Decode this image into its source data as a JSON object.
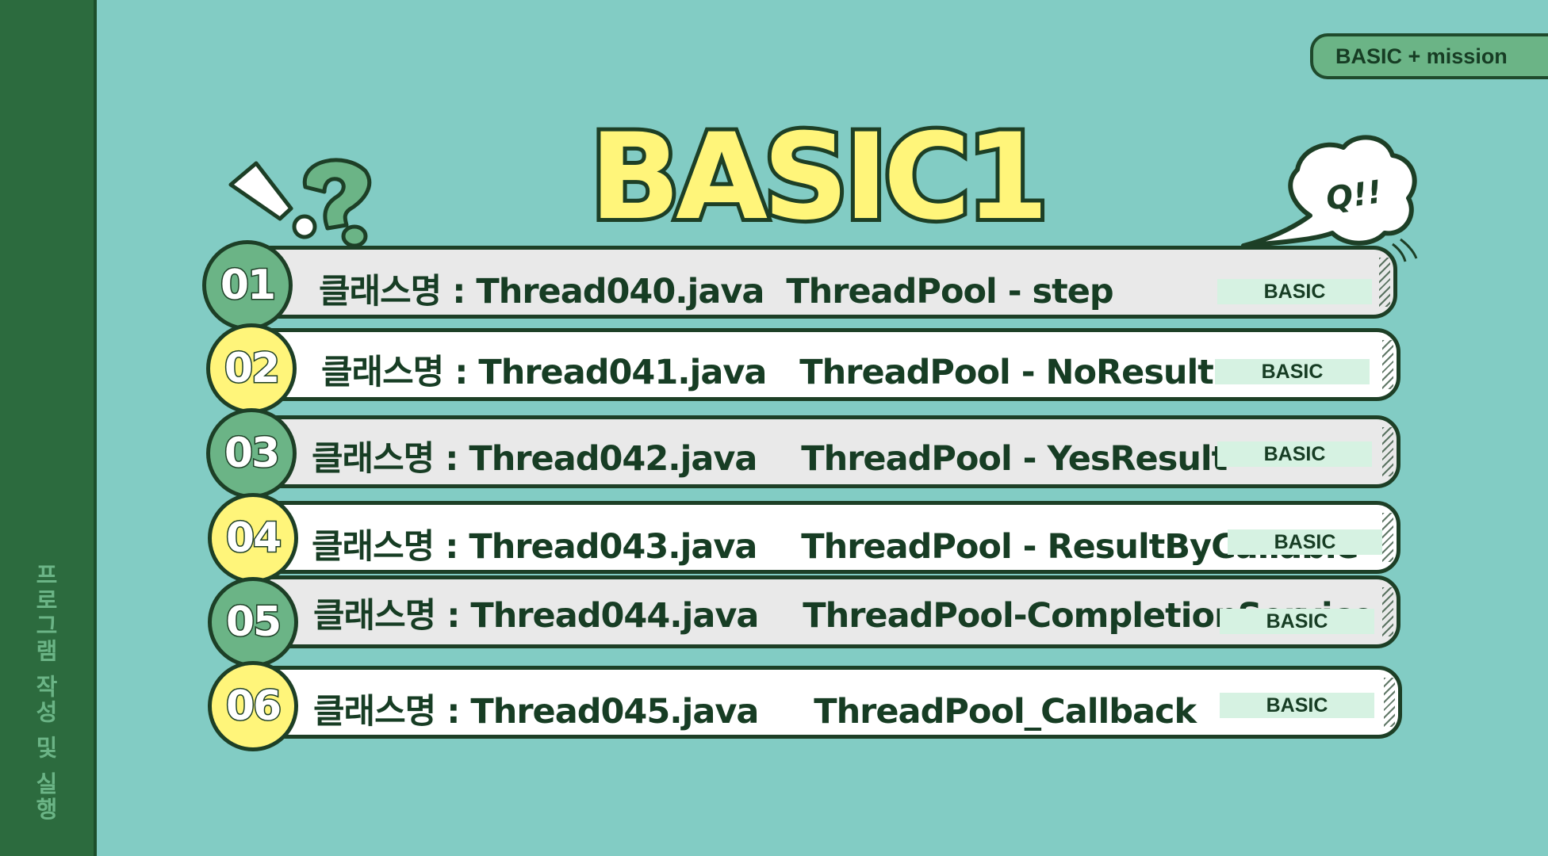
{
  "sidebar": {
    "label": "프로그램 작성 및 실행"
  },
  "corner_tag": "BASIC + mission",
  "title": "BASIC1",
  "bubble": "Q!!",
  "colors": {
    "background": "#82ccc4",
    "sidebar": "#2c6b3e",
    "accent_green": "#6bb486",
    "accent_yellow": "#fff57a",
    "badge": "#d6f2e2",
    "text": "#173d24"
  },
  "items": [
    {
      "num": "01",
      "text": "클래스명 : Thread040.java  ThreadPool - step",
      "badge": "BASIC"
    },
    {
      "num": "02",
      "text": "클래스명 : Thread041.java   ThreadPool - NoResult",
      "badge": "BASIC"
    },
    {
      "num": "03",
      "text": "클래스명 : Thread042.java    ThreadPool - YesResult",
      "badge": "BASIC"
    },
    {
      "num": "04",
      "text": "클래스명 : Thread043.java    ThreadPool - ResultByCallable",
      "badge": "BASIC"
    },
    {
      "num": "05",
      "text": "클래스명 : Thread044.java    ThreadPool-CompletionService",
      "badge": "BASIC"
    },
    {
      "num": "06",
      "text": "클래스명 : Thread045.java     ThreadPool_Callback",
      "badge": "BASIC"
    }
  ]
}
